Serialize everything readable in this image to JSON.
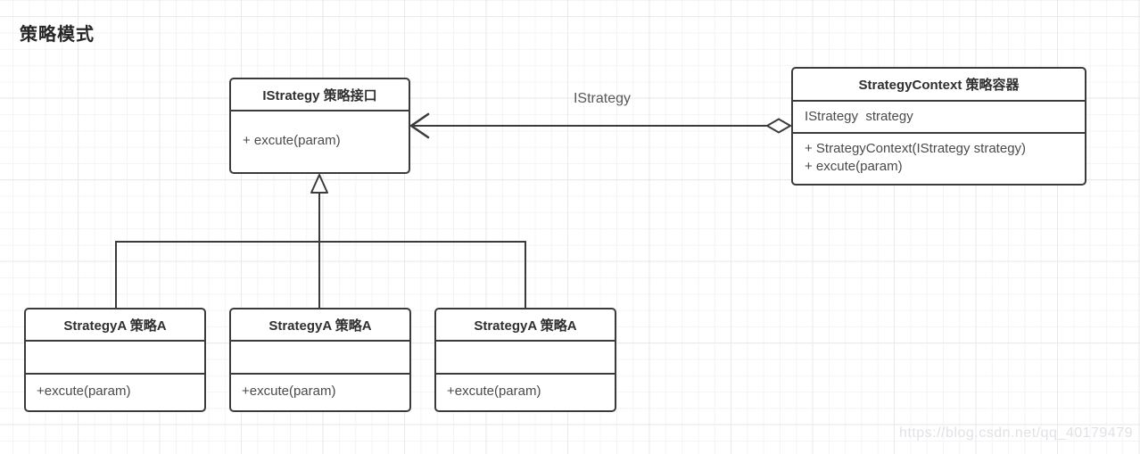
{
  "title": "策略模式",
  "colors": {
    "border": "#3b3b3b",
    "header_text": "#2f2f2f",
    "body_text": "#4a4a4a",
    "label_text": "#595959",
    "watermark_text": "#e2e2e6"
  },
  "diagram": {
    "interface_class": {
      "name": "IStrategy 策略接口",
      "methods": [
        "+ excute(param)"
      ]
    },
    "context_class": {
      "name": "StrategyContext 策略容器",
      "field": "IStrategy  strategy",
      "methods": [
        "+ StrategyContext(IStrategy strategy)",
        "+ excute(param)"
      ]
    },
    "implementations": [
      {
        "name": "StrategyA 策略A",
        "method": "+excute(param)"
      },
      {
        "name": "StrategyA 策略A",
        "method": "+excute(param)"
      },
      {
        "name": "StrategyA 策略A",
        "method": "+excute(param)"
      }
    ],
    "association_label": "IStrategy"
  },
  "watermark": "https://blog.csdn.net/qq_40179479"
}
